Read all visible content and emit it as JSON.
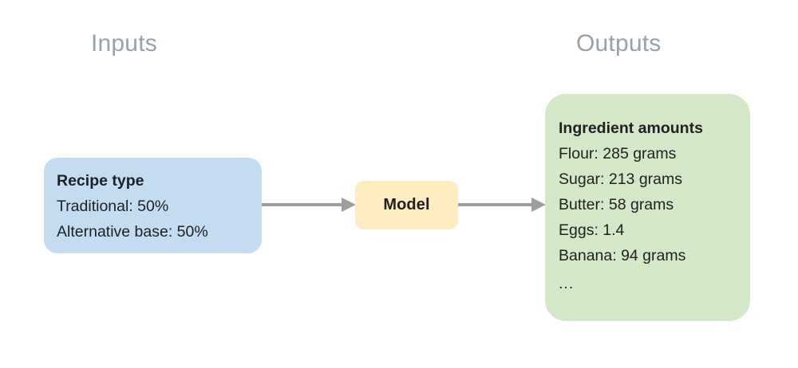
{
  "diagram": {
    "type": "flow",
    "headings": {
      "inputs": "Inputs",
      "outputs": "Outputs"
    },
    "colors": {
      "input_box_fill": "#c5dcf0",
      "model_box_fill": "#fdecc0",
      "output_box_fill": "#d3e8c9",
      "arrow": "#9e9e9e",
      "heading_text": "#9aa0a6",
      "body_text": "#202124",
      "background": "#ffffff"
    },
    "input_node": {
      "title": "Recipe type",
      "lines": [
        "Traditional: 50%",
        "Alternative base: 50%"
      ]
    },
    "model_node": {
      "label": "Model"
    },
    "output_node": {
      "title": "Ingredient amounts",
      "lines": [
        "Flour: 285 grams",
        "Sugar: 213 grams",
        "Butter: 58 grams",
        "Eggs: 1.4",
        "Banana: 94 grams"
      ],
      "continuation": "..."
    },
    "arrows": [
      {
        "name": "input-to-model",
        "from": "input_node",
        "to": "model_node"
      },
      {
        "name": "model-to-output",
        "from": "model_node",
        "to": "output_node"
      }
    ]
  }
}
